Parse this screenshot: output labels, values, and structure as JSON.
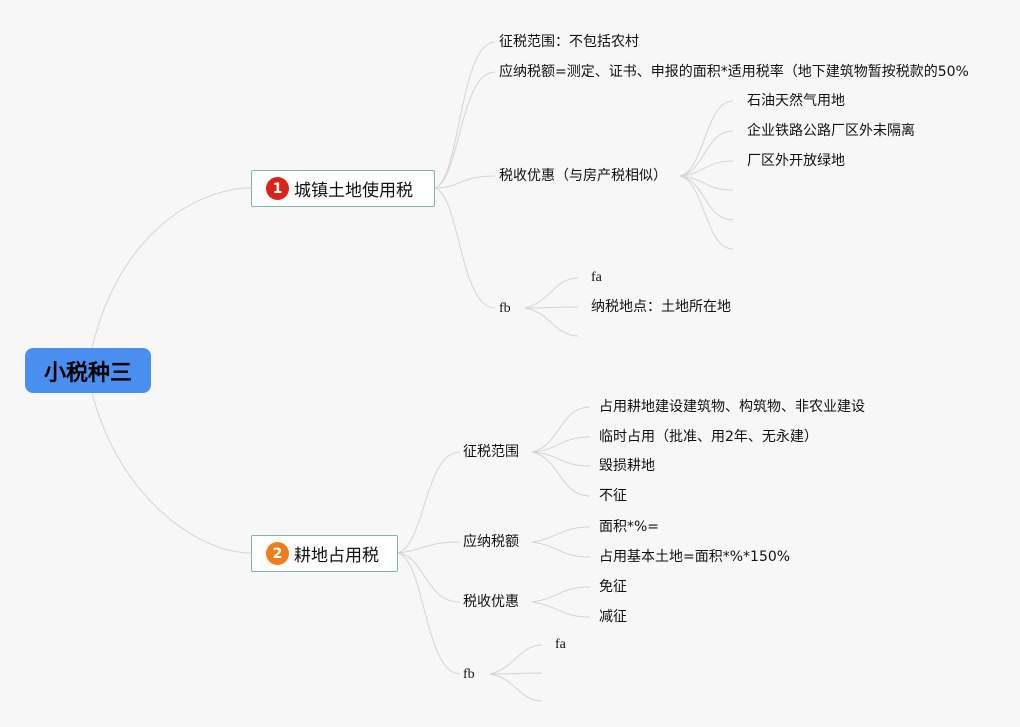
{
  "root": {
    "label": "小税种三"
  },
  "branch1": {
    "badge": "1",
    "label": "城镇土地使用税",
    "scope": "征税范围：不包括农村",
    "tax_amount": "应纳税额=测定、证书、申报的面积*适用税率（地下建筑物暂按税款的50%",
    "preference": {
      "label": "税收优惠（与房产税相似）",
      "items": [
        "石油天然气用地",
        "企业铁路公路厂区外未隔离",
        "厂区外开放绿地"
      ]
    },
    "fb": {
      "label": "fb",
      "items": [
        "fa",
        "纳税地点：土地所在地"
      ]
    }
  },
  "branch2": {
    "badge": "2",
    "label": "耕地占用税",
    "scope": {
      "label": "征税范围",
      "items": [
        "占用耕地建设建筑物、构筑物、非农业建设",
        "临时占用（批准、用2年、无永建）",
        "毁损耕地",
        "不征"
      ]
    },
    "tax_amount": {
      "label": "应纳税额",
      "items": [
        "面积*%=",
        "占用基本土地=面积*%*150%"
      ]
    },
    "preference": {
      "label": "税收优惠",
      "items": [
        "免征",
        "减征"
      ]
    },
    "fb": {
      "label": "fb",
      "items": [
        "fa"
      ]
    }
  }
}
